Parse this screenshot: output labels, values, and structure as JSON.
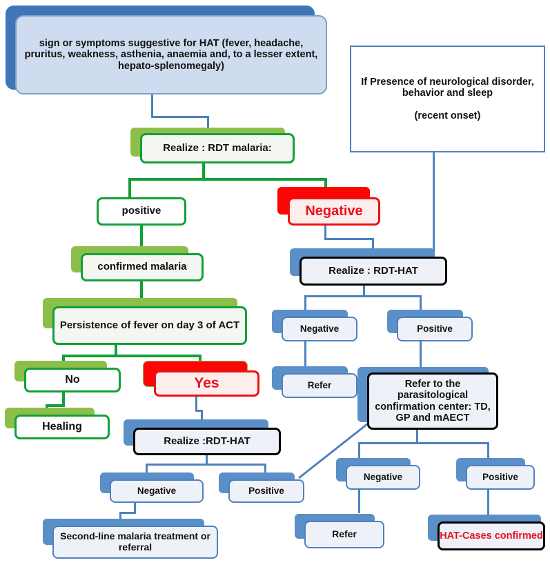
{
  "title": "HAT / malaria screening and confirmation algorithm",
  "colors": {
    "green": "#12a038",
    "green_shadow": "#8cbf4a",
    "red": "#ee1111",
    "red_shadow": "#fb0505",
    "blue": "#4f81bd",
    "blue_shadow": "#5b8fc7",
    "blue_dark_shadow": "#3f76b5",
    "blue_fill": "#cfdcef",
    "black": "#000000",
    "red_text": "#e8111b"
  },
  "nodes": {
    "symptoms": "sign or symptoms suggestive for HAT (fever, headache, pruritus, weakness, asthenia, anaemia and, to a lesser extent, hepato-splenomegaly)",
    "neuro_line1": "If Presence of neurological disorder, behavior and sleep",
    "neuro_line2": "(recent onset)",
    "rdt_malaria": "Realize : RDT malaria:",
    "positive_malaria": "positive",
    "negative_malaria": "Negative",
    "confirmed_malaria": "confirmed malaria",
    "rdt_hat_right": "Realize : RDT-HAT",
    "persistence_fever": "Persistence of fever on day 3 of ACT",
    "hat_negative_1": "Negative",
    "hat_positive_1": "Positive",
    "no": "No",
    "yes": "Yes",
    "refer_1": "Refer",
    "parasito": "Refer to the parasitological confirmation center: TD, GP and mAECT",
    "healing": "Healing",
    "rdt_hat_left": "Realize :RDT-HAT",
    "hat_negative_2": "Negative",
    "hat_positive_2": "Positive",
    "para_negative": "Negative",
    "para_positive": "Positive",
    "second_line": "Second-line malaria treatment or referral",
    "refer_2": "Refer",
    "hat_confirmed": "HAT-Cases confirmed"
  }
}
